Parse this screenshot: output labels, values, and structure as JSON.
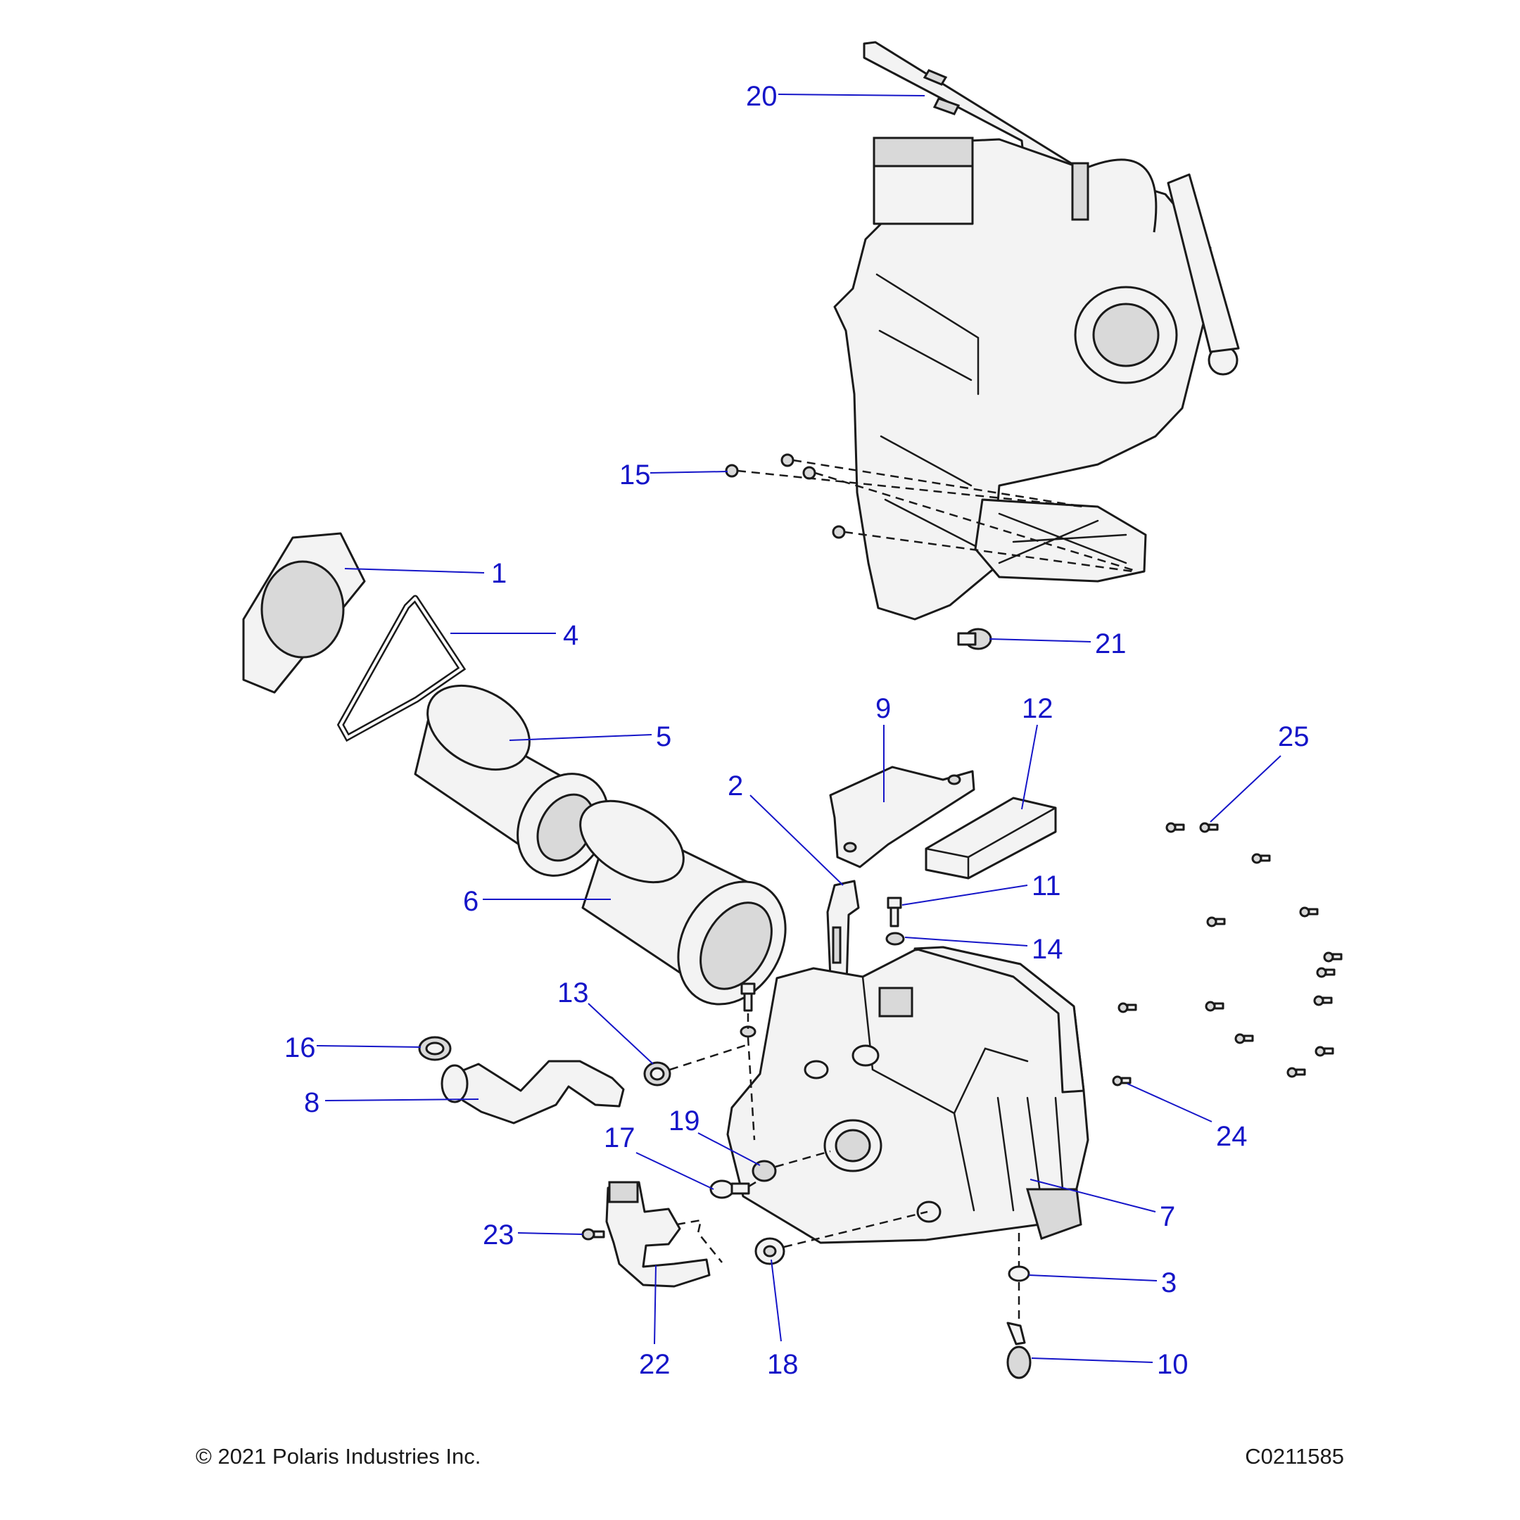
{
  "colors": {
    "callout": "#1515c8",
    "outline": "#1a1a1a",
    "part_fill": "#f3f3f3"
  },
  "callouts": [
    {
      "id": "1",
      "label": "1"
    },
    {
      "id": "2",
      "label": "2"
    },
    {
      "id": "3",
      "label": "3"
    },
    {
      "id": "4",
      "label": "4"
    },
    {
      "id": "5",
      "label": "5"
    },
    {
      "id": "6",
      "label": "6"
    },
    {
      "id": "7",
      "label": "7"
    },
    {
      "id": "8",
      "label": "8"
    },
    {
      "id": "9",
      "label": "9"
    },
    {
      "id": "10",
      "label": "10"
    },
    {
      "id": "11",
      "label": "11"
    },
    {
      "id": "12",
      "label": "12"
    },
    {
      "id": "13",
      "label": "13"
    },
    {
      "id": "14",
      "label": "14"
    },
    {
      "id": "15",
      "label": "15"
    },
    {
      "id": "16",
      "label": "16"
    },
    {
      "id": "17",
      "label": "17"
    },
    {
      "id": "18",
      "label": "18"
    },
    {
      "id": "19",
      "label": "19"
    },
    {
      "id": "20",
      "label": "20"
    },
    {
      "id": "21",
      "label": "21"
    },
    {
      "id": "22",
      "label": "22"
    },
    {
      "id": "23",
      "label": "23"
    },
    {
      "id": "24",
      "label": "24"
    },
    {
      "id": "25",
      "label": "25"
    }
  ],
  "footer": {
    "copyright": "© 2021 Polaris Industries Inc.",
    "figure_code": "C0211585"
  }
}
